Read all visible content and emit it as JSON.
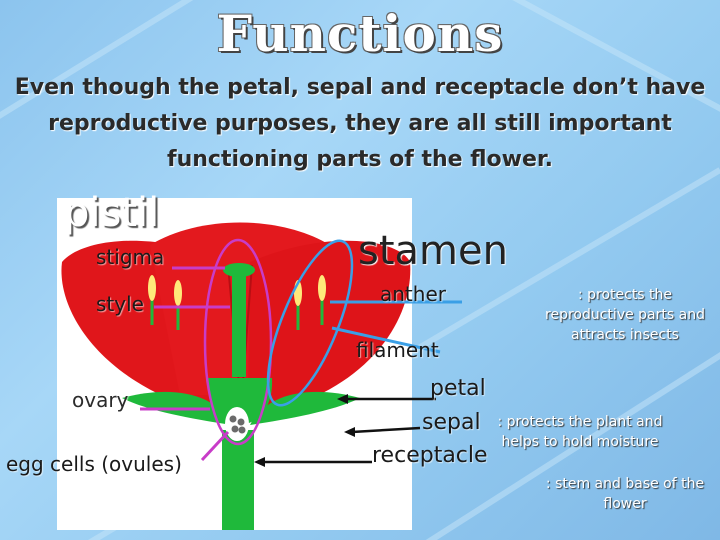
{
  "slide": {
    "title": "Functions",
    "subtitle": "Even though the petal, sepal and receptacle don’t have reproductive purposes, they are all still important functioning parts of the flower."
  },
  "labels": {
    "pistil": "pistil",
    "stigma": "stigma",
    "style": "style",
    "ovary": "ovary",
    "egg_cells": "egg cells (ovules)",
    "stamen": "stamen",
    "anther": "anther",
    "filament": "filament",
    "petal": "petal",
    "sepal": "sepal",
    "receptacle": "receptacle"
  },
  "descriptions": {
    "petal": ": protects the reproductive parts and attracts insects",
    "sepal": ": protects the plant and helps to hold moisture",
    "receptacle": ": stem and base of the flower"
  },
  "colors": {
    "petal": "#e0161b",
    "stem": "#1fb93b",
    "pistil_pointer": "#c83cc8",
    "stamen_pointer": "#3a9fe6",
    "arrow": "#111111"
  }
}
